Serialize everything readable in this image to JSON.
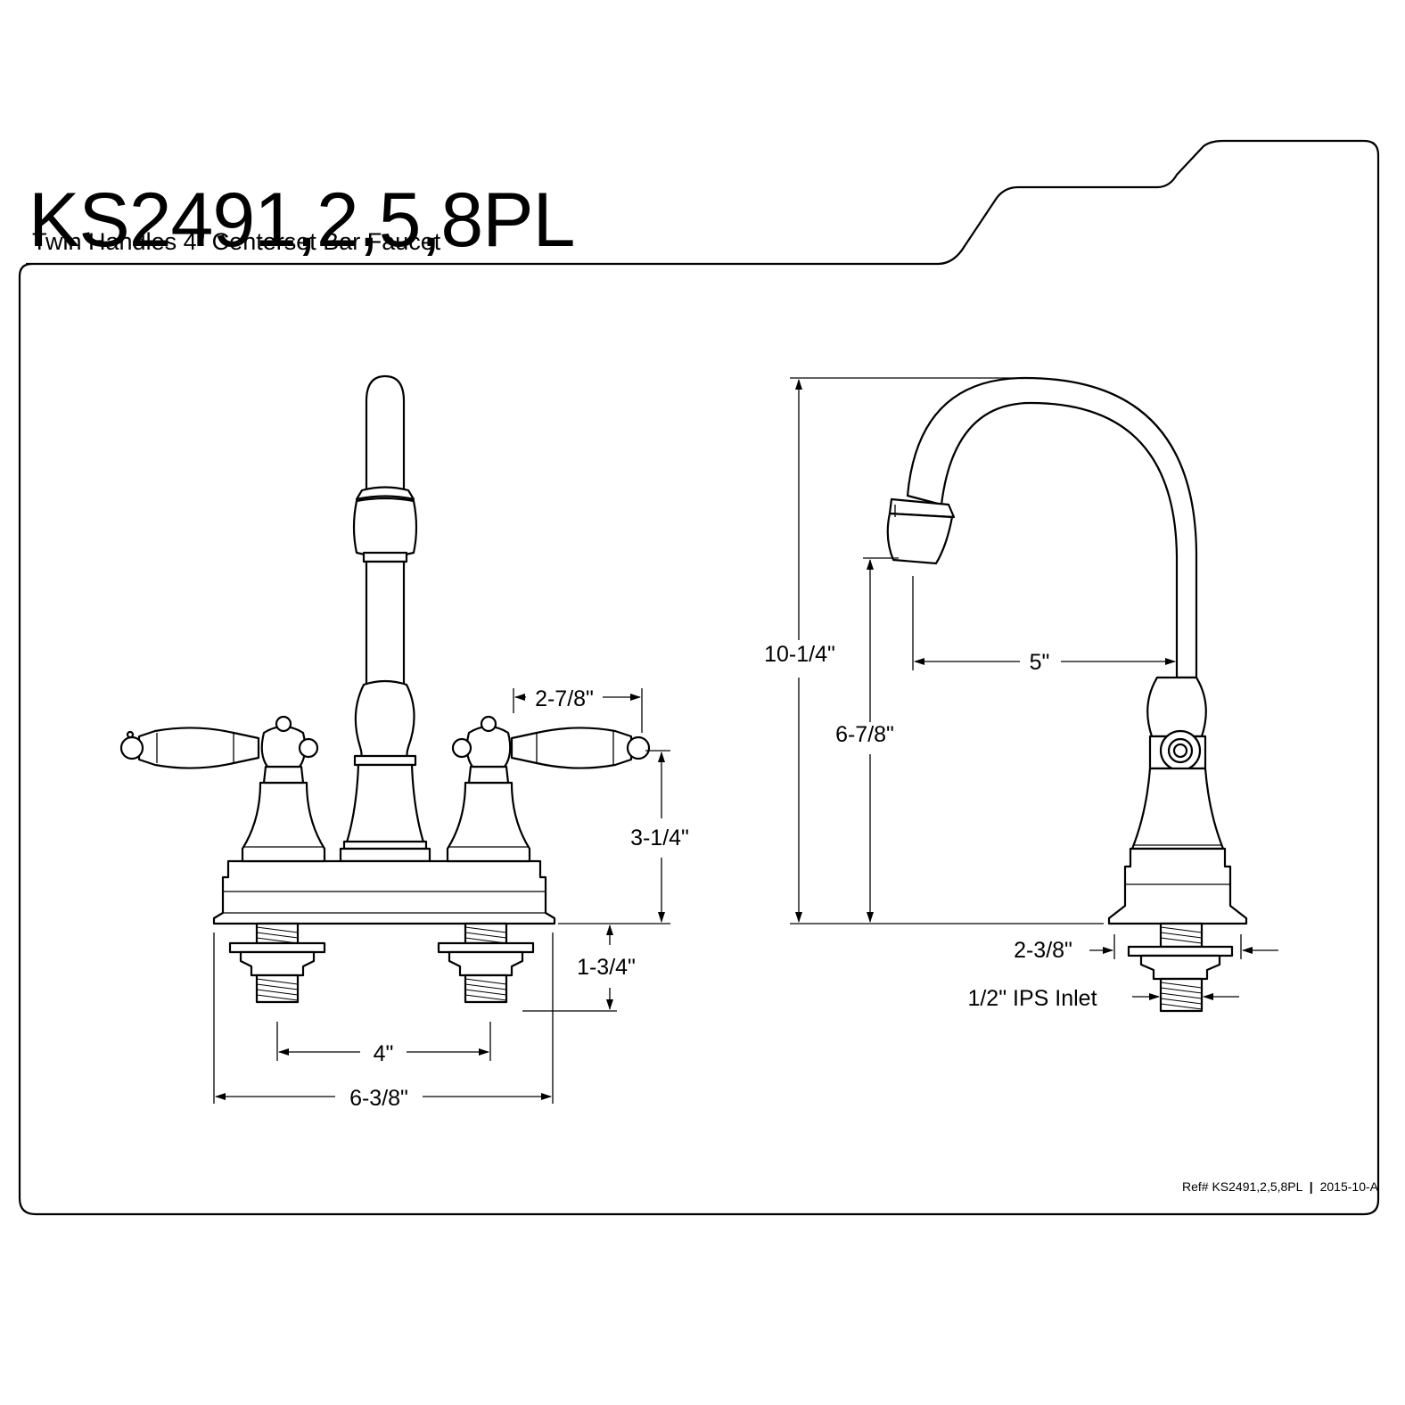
{
  "header": {
    "model": "KS2491,2,5,8PL",
    "description": "Twin Handles 4\" Centerset Bar Faucet"
  },
  "front_view": {
    "handle_spread": "2-7/8\"",
    "deck_to_handle_height": "3-1/4\"",
    "shank_length": "1-3/4\"",
    "center_spread": "4\"",
    "base_width": "6-3/8\""
  },
  "side_view": {
    "overall_height": "10-1/4\"",
    "spout_clearance": "6-7/8\"",
    "spout_reach": "5\"",
    "base_depth": "2-3/8\"",
    "inlet": "1/2\" IPS Inlet"
  },
  "footer": {
    "ref_label": "Ref# KS2491,2,5,8PL",
    "separator": "|",
    "revision": "2015-10-A"
  }
}
